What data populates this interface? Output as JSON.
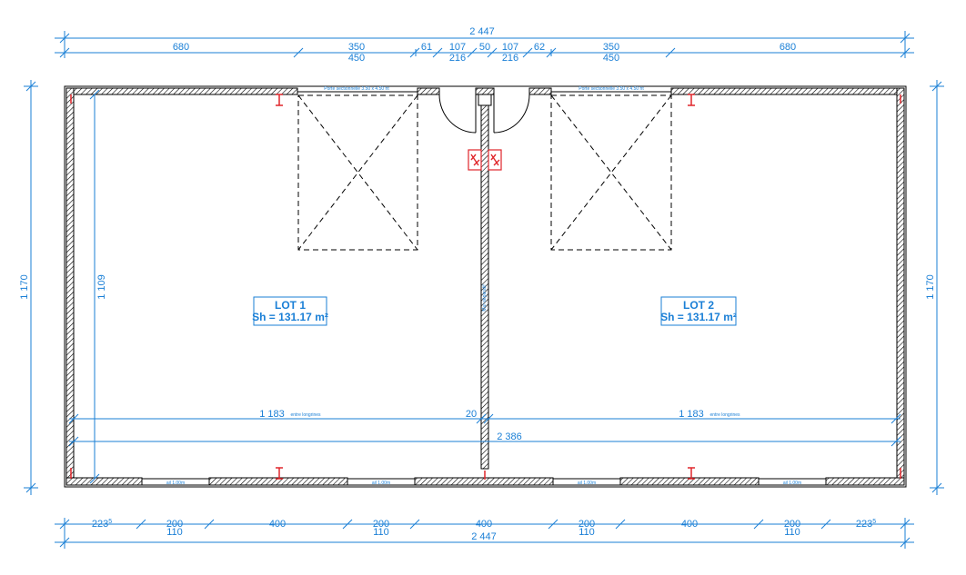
{
  "dimensions": {
    "top_total": "2 447",
    "top_segments": [
      "680",
      "350",
      "61",
      "107",
      "50",
      "107",
      "62",
      "350",
      "680"
    ],
    "top_sub": [
      "450",
      "216",
      "216",
      "450"
    ],
    "bottom_total": "2 447",
    "bottom_segments": [
      "223",
      "200",
      "400",
      "200",
      "400",
      "200",
      "400",
      "200",
      "223"
    ],
    "bottom_superscript": "5",
    "bottom_sub": [
      "110",
      "110",
      "110",
      "110"
    ],
    "left_height": "1 170",
    "right_height": "1 170",
    "inner_height": "1 109",
    "inner_width_left": "1 183",
    "inner_width_right": "1 183",
    "between_note": "entre longrines",
    "wall_gap": "20",
    "inner_total": "2 386"
  },
  "notes": {
    "door_left": "Porte sectionnelle 3.50 x 4.50 ht",
    "door_right": "Porte sectionnelle 3.50 x 4.50 ht",
    "window": "ail 1.00m",
    "partition": "Mur séparatif"
  },
  "lots": [
    {
      "title": "LOT 1",
      "area": "Sh = 131.17 m²"
    },
    {
      "title": "LOT 2",
      "area": "Sh = 131.17 m²"
    }
  ],
  "colors": {
    "dimension": "#1a7fd6",
    "accent": "#e0262b",
    "wall": "#000000"
  },
  "icons": [
    "fire-extinguisher-icon",
    "fire-extinguisher-icon"
  ]
}
